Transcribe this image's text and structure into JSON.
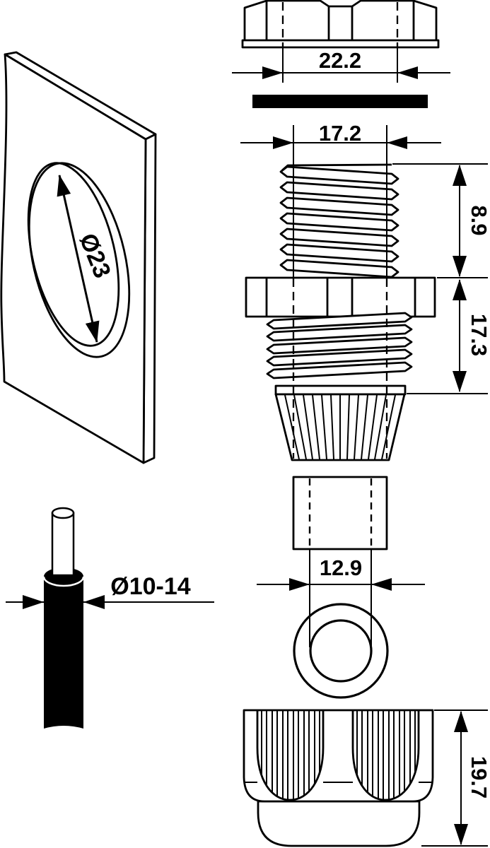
{
  "drawing": {
    "colors": {
      "ink": "#000000",
      "paper": "#ffffff"
    },
    "panel": {
      "hole_diameter_label": "Ø23"
    },
    "cable": {
      "diameter_label": "Ø10-14"
    },
    "gland": {
      "locknut_width_label": "22.2",
      "thread_diameter_label": "17.2",
      "upper_thread_length_label": "8.9",
      "body_thread_length_label": "17.3",
      "insert_width_label": "12.9",
      "dome_nut_height_label": "19.7"
    }
  }
}
